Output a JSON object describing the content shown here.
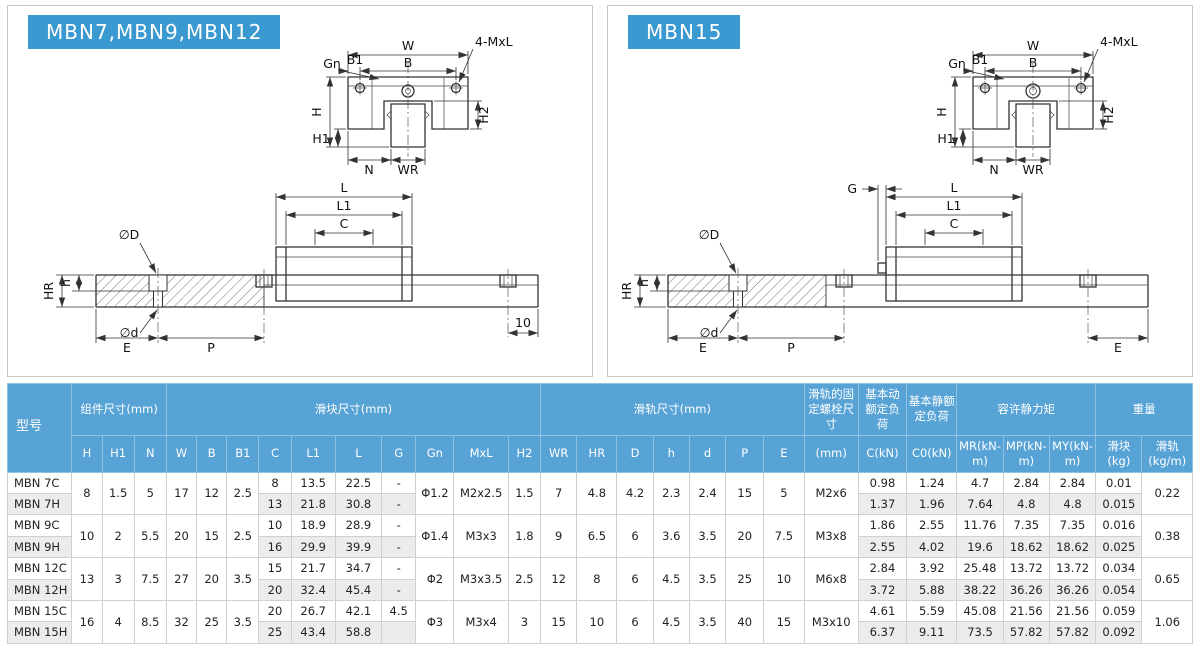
{
  "panels": [
    {
      "title": "MBN7,MBN9,MBN12",
      "front": {
        "w": "W",
        "b": "B",
        "b1": "B1",
        "gn": "Gn",
        "mxl": "4-MxL",
        "h": "H",
        "h1": "H1",
        "h2": "H2",
        "n": "N",
        "wr": "WR"
      },
      "side": {
        "l": "L",
        "l1": "L1",
        "c": "C",
        "dia_D": "∅D",
        "dia_d": "∅d",
        "hr": "HR",
        "h": "h",
        "e": "E",
        "p": "P",
        "end": "10"
      }
    },
    {
      "title": "MBN15",
      "front": {
        "w": "W",
        "b": "B",
        "b1": "B1",
        "gn": "Gn",
        "mxl": "4-MxL",
        "h": "H",
        "h1": "H1",
        "h2": "H2",
        "n": "N",
        "wr": "WR"
      },
      "side": {
        "g": "G",
        "l": "L",
        "l1": "L1",
        "c": "C",
        "dia_D": "∅D",
        "dia_d": "∅d",
        "hr": "HR",
        "h": "h",
        "e": "E",
        "p": "P",
        "end": "E"
      }
    }
  ],
  "table": {
    "model_header": "型号",
    "groups": [
      {
        "label": "组件尺寸(mm)",
        "span": 3
      },
      {
        "label": "滑块尺寸(mm)",
        "span": 10
      },
      {
        "label": "滑轨尺寸(mm)",
        "span": 7
      },
      {
        "label": "滑轨的固定螺栓尺寸",
        "span": 1
      },
      {
        "label": "基本动额定负荷",
        "span": 1
      },
      {
        "label": "基本静额定负荷",
        "span": 1
      },
      {
        "label": "容许静力矩",
        "span": 3
      },
      {
        "label": "重量",
        "span": 2
      }
    ],
    "subheaders": [
      "H",
      "H1",
      "N",
      "W",
      "B",
      "B1",
      "C",
      "L1",
      "L",
      "G",
      "Gn",
      "MxL",
      "H2",
      "WR",
      "HR",
      "D",
      "h",
      "d",
      "P",
      "E",
      "(mm)",
      "C(kN)",
      "C0(kN)",
      "MR(kN-m)",
      "MP(kN-m)",
      "MY(kN-m)",
      "滑块(kg)",
      "滑轨(kg/m)"
    ],
    "rows": [
      [
        {
          "t": "MBN 7C"
        },
        {
          "t": "8",
          "rs": 2
        },
        {
          "t": "1.5",
          "rs": 2
        },
        {
          "t": "5",
          "rs": 2
        },
        {
          "t": "17",
          "rs": 2
        },
        {
          "t": "12",
          "rs": 2
        },
        {
          "t": "2.5",
          "rs": 2
        },
        {
          "t": "8"
        },
        {
          "t": "13.5"
        },
        {
          "t": "22.5"
        },
        {
          "t": "-"
        },
        {
          "t": "Φ1.2",
          "rs": 2
        },
        {
          "t": "M2x2.5",
          "rs": 2
        },
        {
          "t": "1.5",
          "rs": 2
        },
        {
          "t": "7",
          "rs": 2
        },
        {
          "t": "4.8",
          "rs": 2
        },
        {
          "t": "4.2",
          "rs": 2
        },
        {
          "t": "2.3",
          "rs": 2
        },
        {
          "t": "2.4",
          "rs": 2
        },
        {
          "t": "15",
          "rs": 2
        },
        {
          "t": "5",
          "rs": 2
        },
        {
          "t": "M2x6",
          "rs": 2
        },
        {
          "t": "0.98"
        },
        {
          "t": "1.24"
        },
        {
          "t": "4.7"
        },
        {
          "t": "2.84"
        },
        {
          "t": "2.84"
        },
        {
          "t": "0.01"
        },
        {
          "t": "0.22",
          "rs": 2
        }
      ],
      [
        {
          "t": "MBN 7H"
        },
        {
          "t": "13"
        },
        {
          "t": "21.8"
        },
        {
          "t": "30.8"
        },
        {
          "t": "-"
        },
        {
          "t": "1.37"
        },
        {
          "t": "1.96"
        },
        {
          "t": "7.64"
        },
        {
          "t": "4.8"
        },
        {
          "t": "4.8"
        },
        {
          "t": "0.015"
        }
      ],
      [
        {
          "t": "MBN 9C"
        },
        {
          "t": "10",
          "rs": 2
        },
        {
          "t": "2",
          "rs": 2
        },
        {
          "t": "5.5",
          "rs": 2
        },
        {
          "t": "20",
          "rs": 2
        },
        {
          "t": "15",
          "rs": 2
        },
        {
          "t": "2.5",
          "rs": 2
        },
        {
          "t": "10"
        },
        {
          "t": "18.9"
        },
        {
          "t": "28.9"
        },
        {
          "t": "-"
        },
        {
          "t": "Φ1.4",
          "rs": 2
        },
        {
          "t": "M3x3",
          "rs": 2
        },
        {
          "t": "1.8",
          "rs": 2
        },
        {
          "t": "9",
          "rs": 2
        },
        {
          "t": "6.5",
          "rs": 2
        },
        {
          "t": "6",
          "rs": 2
        },
        {
          "t": "3.6",
          "rs": 2
        },
        {
          "t": "3.5",
          "rs": 2
        },
        {
          "t": "20",
          "rs": 2
        },
        {
          "t": "7.5",
          "rs": 2
        },
        {
          "t": "M3x8",
          "rs": 2
        },
        {
          "t": "1.86"
        },
        {
          "t": "2.55"
        },
        {
          "t": "11.76"
        },
        {
          "t": "7.35"
        },
        {
          "t": "7.35"
        },
        {
          "t": "0.016"
        },
        {
          "t": "0.38",
          "rs": 2
        }
      ],
      [
        {
          "t": "MBN 9H"
        },
        {
          "t": "16"
        },
        {
          "t": "29.9"
        },
        {
          "t": "39.9"
        },
        {
          "t": "-"
        },
        {
          "t": "2.55"
        },
        {
          "t": "4.02"
        },
        {
          "t": "19.6"
        },
        {
          "t": "18.62"
        },
        {
          "t": "18.62"
        },
        {
          "t": "0.025"
        }
      ],
      [
        {
          "t": "MBN 12C"
        },
        {
          "t": "13",
          "rs": 2
        },
        {
          "t": "3",
          "rs": 2
        },
        {
          "t": "7.5",
          "rs": 2
        },
        {
          "t": "27",
          "rs": 2
        },
        {
          "t": "20",
          "rs": 2
        },
        {
          "t": "3.5",
          "rs": 2
        },
        {
          "t": "15"
        },
        {
          "t": "21.7"
        },
        {
          "t": "34.7"
        },
        {
          "t": "-"
        },
        {
          "t": "Φ2",
          "rs": 2
        },
        {
          "t": "M3x3.5",
          "rs": 2
        },
        {
          "t": "2.5",
          "rs": 2
        },
        {
          "t": "12",
          "rs": 2
        },
        {
          "t": "8",
          "rs": 2
        },
        {
          "t": "6",
          "rs": 2
        },
        {
          "t": "4.5",
          "rs": 2
        },
        {
          "t": "3.5",
          "rs": 2
        },
        {
          "t": "25",
          "rs": 2
        },
        {
          "t": "10",
          "rs": 2
        },
        {
          "t": "M6x8",
          "rs": 2
        },
        {
          "t": "2.84"
        },
        {
          "t": "3.92"
        },
        {
          "t": "25.48"
        },
        {
          "t": "13.72"
        },
        {
          "t": "13.72"
        },
        {
          "t": "0.034"
        },
        {
          "t": "0.65",
          "rs": 2
        }
      ],
      [
        {
          "t": "MBN 12H"
        },
        {
          "t": "20"
        },
        {
          "t": "32.4"
        },
        {
          "t": "45.4"
        },
        {
          "t": "-"
        },
        {
          "t": "3.72"
        },
        {
          "t": "5.88"
        },
        {
          "t": "38.22"
        },
        {
          "t": "36.26"
        },
        {
          "t": "36.26"
        },
        {
          "t": "0.054"
        }
      ],
      [
        {
          "t": "MBN 15C"
        },
        {
          "t": "16",
          "rs": 2
        },
        {
          "t": "4",
          "rs": 2
        },
        {
          "t": "8.5",
          "rs": 2
        },
        {
          "t": "32",
          "rs": 2
        },
        {
          "t": "25",
          "rs": 2
        },
        {
          "t": "3.5",
          "rs": 2
        },
        {
          "t": "20"
        },
        {
          "t": "26.7"
        },
        {
          "t": "42.1"
        },
        {
          "t": "4.5"
        },
        {
          "t": "Φ3",
          "rs": 2
        },
        {
          "t": "M3x4",
          "rs": 2
        },
        {
          "t": "3",
          "rs": 2
        },
        {
          "t": "15",
          "rs": 2
        },
        {
          "t": "10",
          "rs": 2
        },
        {
          "t": "6",
          "rs": 2
        },
        {
          "t": "4.5",
          "rs": 2
        },
        {
          "t": "3.5",
          "rs": 2
        },
        {
          "t": "40",
          "rs": 2
        },
        {
          "t": "15",
          "rs": 2
        },
        {
          "t": "M3x10",
          "rs": 2
        },
        {
          "t": "4.61"
        },
        {
          "t": "5.59"
        },
        {
          "t": "45.08"
        },
        {
          "t": "21.56"
        },
        {
          "t": "21.56"
        },
        {
          "t": "0.059"
        },
        {
          "t": "1.06",
          "rs": 2
        }
      ],
      [
        {
          "t": "MBN 15H"
        },
        {
          "t": "25"
        },
        {
          "t": "43.4"
        },
        {
          "t": "58.8"
        },
        {
          "t": ""
        },
        {
          "t": "6.37"
        },
        {
          "t": "9.11"
        },
        {
          "t": "73.5"
        },
        {
          "t": "57.82"
        },
        {
          "t": "57.82"
        },
        {
          "t": "0.092"
        }
      ]
    ]
  }
}
